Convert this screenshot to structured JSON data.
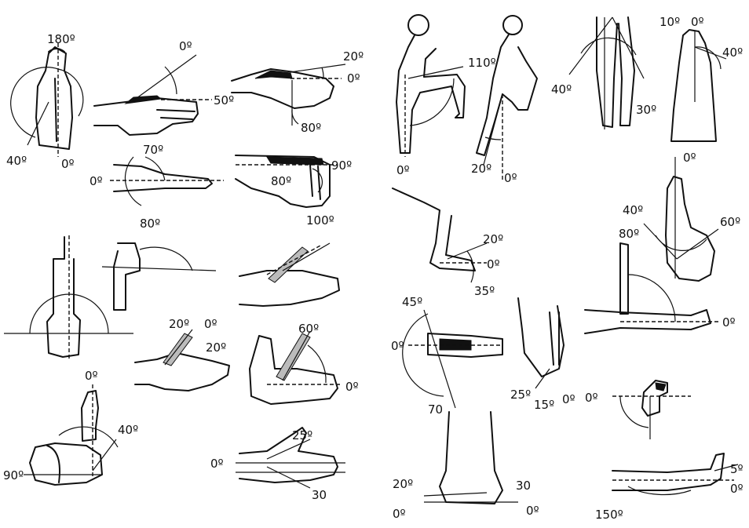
{
  "labels": {
    "shoulder_180": "180º",
    "shoulder_40": "40º",
    "shoulder_0": "0º",
    "wrist_ext_0": "0º",
    "wrist_ext_50": "50º",
    "wrist_dev_20": "20º",
    "wrist_dev_0": "0º",
    "wrist_dev_80": "80º",
    "forearm_70": "70º",
    "forearm_0": "0º",
    "forearm_80": "80º",
    "finger_90": "90º",
    "finger_80": "80º",
    "thumb_100": "100º",
    "thumb_20a": "20º",
    "thumb_0": "0º",
    "thumb_20b": "20º",
    "thumb_60": "60º",
    "thumb_0b": "0º",
    "elbow_0": "0º",
    "elbow_40": "40º",
    "elbow_90": "90º",
    "palm_25": "25º",
    "palm_0": "0º",
    "palm_30": "30",
    "hip_110": "110º",
    "hip_0": "0º",
    "hip_20": "20º",
    "hip_0b": "0º",
    "leg_40": "40º",
    "leg_30": "30º",
    "toe_10": "10º",
    "toe_0": "0º",
    "toe_40": "40º",
    "knee_20": "20º",
    "knee_0": "0º",
    "knee_35": "35º",
    "hipr_0": "0º",
    "hipr_40": "40º",
    "hipr_60": "60º",
    "hipr_80": "80º",
    "hipr_0b": "0º",
    "foot_45": "45º",
    "foot_0": "0º",
    "foot_70": "70",
    "ankle_25": "25º",
    "ankle_15": "15º",
    "ankle_0": "0º",
    "toeflex_0": "0º",
    "feet_20": "20º",
    "feet_30": "30",
    "feet_0a": "0º",
    "feet_0b": "0º",
    "knee2_5": "5º",
    "knee2_0": "0º",
    "knee2_150": "150º"
  }
}
